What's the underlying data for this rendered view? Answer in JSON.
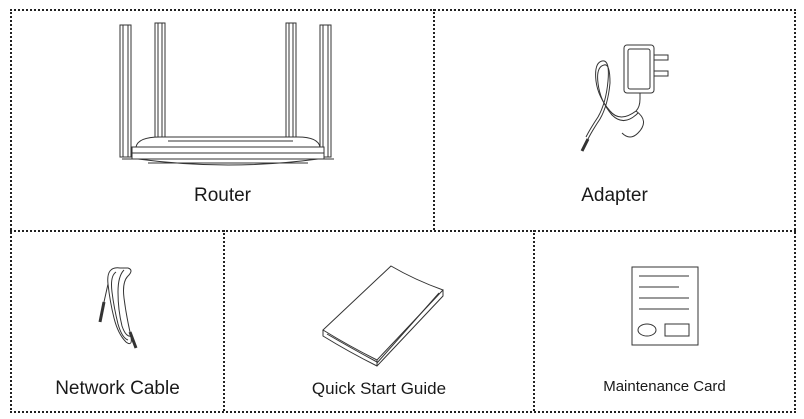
{
  "items": [
    {
      "id": "router",
      "label": "Router"
    },
    {
      "id": "adapter",
      "label": "Adapter"
    },
    {
      "id": "network_cable",
      "label": "Network Cable"
    },
    {
      "id": "quick_start_guide",
      "label": "Quick Start Guide"
    },
    {
      "id": "maintenance_card",
      "label": "Maintenance Card"
    }
  ]
}
